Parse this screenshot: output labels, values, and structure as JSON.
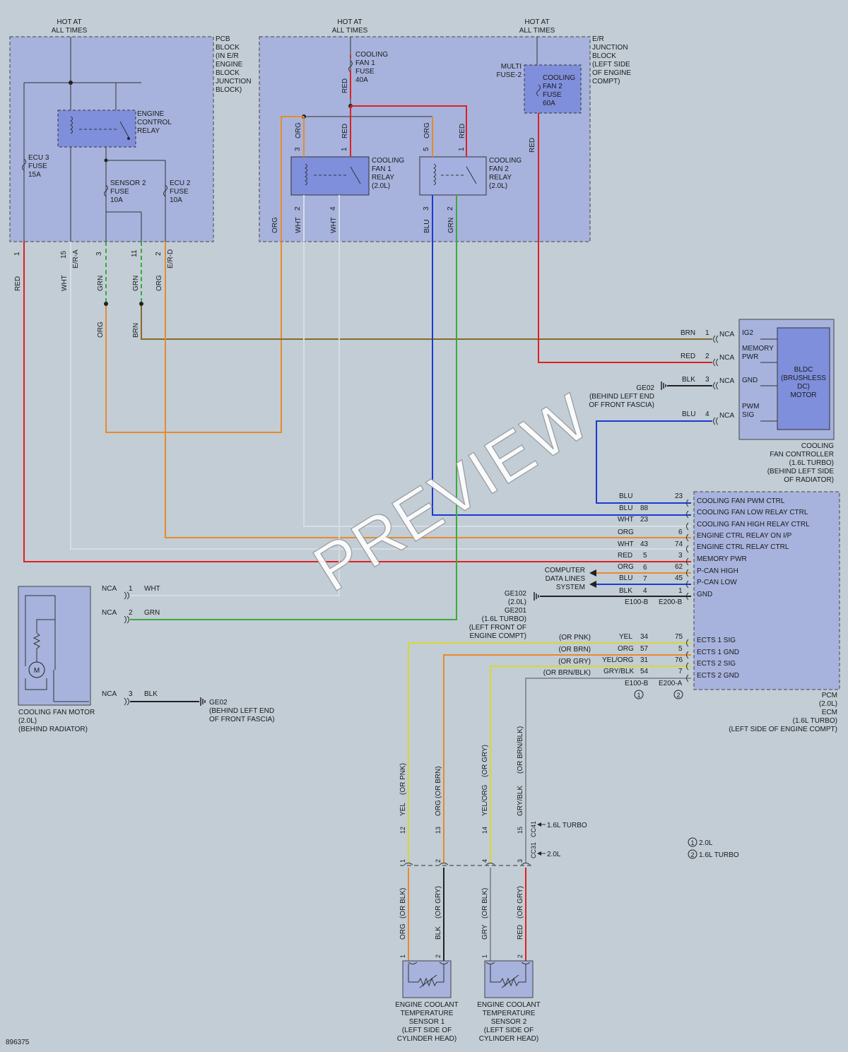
{
  "hot_label": [
    "HOT AT",
    "ALL TIMES"
  ],
  "pcb_block": [
    "PCB",
    "BLOCK",
    "(IN E/R",
    "ENGINE",
    "BLOCK",
    "JUNCTION",
    "BLOCK)"
  ],
  "er_block": [
    "E/R",
    "JUNCTION",
    "BLOCK",
    "(LEFT SIDE",
    "OF ENGINE",
    "COMPT)"
  ],
  "engine_control_relay": [
    "ENGINE",
    "CONTROL",
    "RELAY"
  ],
  "ecu3_fuse": [
    "ECU 3",
    "FUSE",
    "15A"
  ],
  "sensor2_fuse": [
    "SENSOR 2",
    "FUSE",
    "10A"
  ],
  "ecu2_fuse": [
    "ECU 2",
    "FUSE",
    "10A"
  ],
  "fan1_fuse": [
    "COOLING",
    "FAN 1",
    "FUSE",
    "40A"
  ],
  "multi_fuse": [
    "MULTI",
    "FUSE-2"
  ],
  "fan2_fuse": [
    "COOLING",
    "FAN 2",
    "FUSE",
    "60A"
  ],
  "fan1_relay": [
    "COOLING",
    "FAN 1",
    "RELAY",
    "(2.0L)"
  ],
  "fan2_relay": [
    "COOLING",
    "FAN 2",
    "RELAY",
    "(2.0L)"
  ],
  "pcb_pins": {
    "p1": "1",
    "p15": "15",
    "era": "E/R-A",
    "p3": "3",
    "p11": "11",
    "p2": "2",
    "erd": "E/R-D"
  },
  "relay_pins": {
    "f1_3": "3",
    "f1_1": "1",
    "f1_2": "2",
    "f1_4": "4",
    "f2_5": "5",
    "f2_1": "1",
    "f2_3": "3",
    "f2_2": "2"
  },
  "wire_colors": {
    "red": "RED",
    "wht": "WHT",
    "grn": "GRN",
    "org": "ORG",
    "brn": "BRN",
    "blu": "BLU",
    "blk": "BLK",
    "yel": "YEL",
    "gry": "GRY",
    "yelorg": "YEL/ORG",
    "gryblk": "GRY/BLK"
  },
  "bldc_motor": [
    "BLDC",
    "(BRUSHLESS",
    "DC)",
    "MOTOR"
  ],
  "controller_pins": [
    {
      "color": "BRN",
      "num": "1",
      "nca": "NCA",
      "func": "IG2"
    },
    {
      "color": "RED",
      "num": "2",
      "nca": "NCA",
      "func": "MEMORY PWR"
    },
    {
      "color": "BLK",
      "num": "3",
      "nca": "NCA",
      "func": "GND"
    },
    {
      "color": "BLU",
      "num": "4",
      "nca": "NCA",
      "func": "PWM SIG"
    }
  ],
  "memory_pwr_lines": [
    "MEMORY",
    "PWR"
  ],
  "pwm_sig_lines": [
    "PWM",
    "SIG"
  ],
  "ge02_right": [
    "GE02",
    "(BEHIND LEFT END",
    "OF FRONT FASCIA)"
  ],
  "controller_caption": [
    "COOLING",
    "FAN CONTROLLER",
    "(1.6L TURBO)",
    "(BEHIND LEFT SIDE",
    "OF RADIATOR)"
  ],
  "pcm_upper_rows": [
    {
      "color": "BLU",
      "pin_a": "",
      "pin_b": "23",
      "func": "COOLING FAN PWM CTRL"
    },
    {
      "color": "BLU",
      "pin_a": "88",
      "pin_b": "",
      "func": "COOLING FAN LOW RELAY CTRL"
    },
    {
      "color": "WHT",
      "pin_a": "23",
      "pin_b": "",
      "func": "COOLING FAN HIGH RELAY CTRL"
    },
    {
      "color": "ORG",
      "pin_a": "",
      "pin_b": "6",
      "func": "ENGINE CTRL RELAY ON I/P"
    },
    {
      "color": "WHT",
      "pin_a": "43",
      "pin_b": "74",
      "func": "ENGINE CTRL RELAY CTRL"
    },
    {
      "color": "RED",
      "pin_a": "5",
      "pin_b": "3",
      "func": "MEMORY PWR"
    },
    {
      "color": "ORG",
      "pin_a": "6",
      "pin_b": "62",
      "func": "P-CAN HIGH"
    },
    {
      "color": "BLU",
      "pin_a": "7",
      "pin_b": "45",
      "func": "P-CAN LOW"
    },
    {
      "color": "BLK",
      "pin_a": "4",
      "pin_b": "1",
      "func": "GND"
    }
  ],
  "connectors_top": {
    "a": "E100-B",
    "b": "E200-B"
  },
  "computer_lines": [
    "COMPUTER",
    "DATA LINES",
    "SYSTEM"
  ],
  "ge102": [
    "GE102",
    "(2.0L)",
    "GE201",
    "(1.6L TURBO)",
    "(LEFT FRONT OF",
    "ENGINE COMPT)"
  ],
  "pcm_lower_rows": [
    {
      "alt": "(OR PNK)",
      "color": "YEL",
      "pin_a": "34",
      "pin_b": "75",
      "func": "ECTS 1 SIG"
    },
    {
      "alt": "(OR BRN)",
      "color": "ORG",
      "pin_a": "57",
      "pin_b": "5",
      "func": "ECTS 1 GND"
    },
    {
      "alt": "(OR GRY)",
      "color": "YEL/ORG",
      "pin_a": "31",
      "pin_b": "76",
      "func": "ECTS 2 SIG"
    },
    {
      "alt": "(OR BRN/BLK)",
      "color": "GRY/BLK",
      "pin_a": "54",
      "pin_b": "7",
      "func": "ECTS 2 GND"
    }
  ],
  "connectors_bottom": {
    "a": "E100-B",
    "b": "E200-A"
  },
  "marker_1": "1",
  "marker_2": "2",
  "pcm_caption": [
    "PCM",
    "(2.0L)",
    "ECM",
    "(1.6L TURBO)",
    "(LEFT SIDE OF ENGINE COMPT)"
  ],
  "fan_motor_pins": [
    {
      "nca": "NCA",
      "num": "1",
      "color": "WHT"
    },
    {
      "nca": "NCA",
      "num": "2",
      "color": "GRN"
    },
    {
      "nca": "NCA",
      "num": "3",
      "color": "BLK"
    }
  ],
  "motor_symbol": "M",
  "fan_motor_caption": [
    "COOLING FAN MOTOR",
    "(2.0L)",
    "(BEHIND RADIATOR)"
  ],
  "ge02_left": [
    "GE02",
    "(BEHIND LEFT END",
    "OF FRONT FASCIA)"
  ],
  "bottom_verticals": [
    {
      "color": "YEL",
      "alt": "(OR PNK)",
      "pin": "12"
    },
    {
      "color": "ORG",
      "alt": "(OR BRN)",
      "pin": "13"
    },
    {
      "color": "YEL/ORG",
      "alt": "(OR GRY)",
      "pin": "14"
    },
    {
      "color": "GRY/BLK",
      "alt": "(OR BRN/BLK)",
      "pin": "15"
    }
  ],
  "cc_labels": {
    "cc41": "CC41",
    "turbo": "1.6L TURBO",
    "cc31": "CC31",
    "l20": "2.0L"
  },
  "cc31_pins": [
    "1",
    "2",
    "4",
    "3"
  ],
  "sensor1_wires": [
    {
      "color": "ORG",
      "alt": "(OR BLK)",
      "pin": "1"
    },
    {
      "color": "BLK",
      "alt": "(OR GRY)",
      "pin": "2"
    }
  ],
  "sensor2_wires": [
    {
      "color": "GRY",
      "alt": "(OR BLK)",
      "pin": "1"
    },
    {
      "color": "RED",
      "alt": "(OR GRY)",
      "pin": "2"
    }
  ],
  "sensor1_caption": [
    "ENGINE COOLANT",
    "TEMPERATURE",
    "SENSOR 1",
    "(LEFT SIDE OF",
    "CYLINDER HEAD)"
  ],
  "sensor2_caption": [
    "ENGINE COOLANT",
    "TEMPERATURE",
    "SENSOR 2",
    "(LEFT SIDE OF",
    "CYLINDER HEAD)"
  ],
  "legend": [
    {
      "num": "1",
      "text": "2.0L"
    },
    {
      "num": "2",
      "text": "1.6L TURBO"
    }
  ],
  "diagram_id": "896375",
  "watermark": "PREVIEW",
  "colors": {
    "red": "#e02020",
    "orange": "#e88a2a",
    "green": "#3aaa3a",
    "blue": "#1a3ad0",
    "brown": "#8a6a2a",
    "white": "#d8dde4",
    "yellow": "#d8d830",
    "grey": "#8a9098",
    "black": "#222222"
  }
}
